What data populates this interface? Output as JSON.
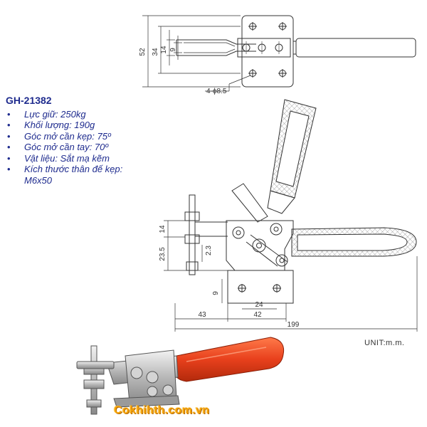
{
  "product": {
    "model": "GH-21382",
    "specs": [
      "Lực giữ: 250kg",
      "Khối lượng: 190g",
      "Góc mở cần kẹp: 75º",
      "Góc mở cần tay: 70º",
      "Vật liệu: Sắt mạ kẽm",
      "Kích thước thân đế kẹp: M6x50"
    ]
  },
  "top_view": {
    "dims": {
      "d52": "52",
      "d34": "34",
      "d14": "14",
      "d9": "9"
    },
    "hole_note": "4-ϕ8.5"
  },
  "side_view": {
    "dims": {
      "d14": "14",
      "d23_5": "23.5",
      "d2_3": "2.3",
      "d9": "9",
      "d24": "24",
      "d43": "43",
      "d42": "42",
      "d199": "199"
    }
  },
  "unit_label": "UNIT:m.m.",
  "watermark": "Cokhihth.com.vn",
  "colors": {
    "spec_text": "#1e2b8e",
    "handle_red": "#e8401c",
    "watermark": "#f4a20a"
  }
}
